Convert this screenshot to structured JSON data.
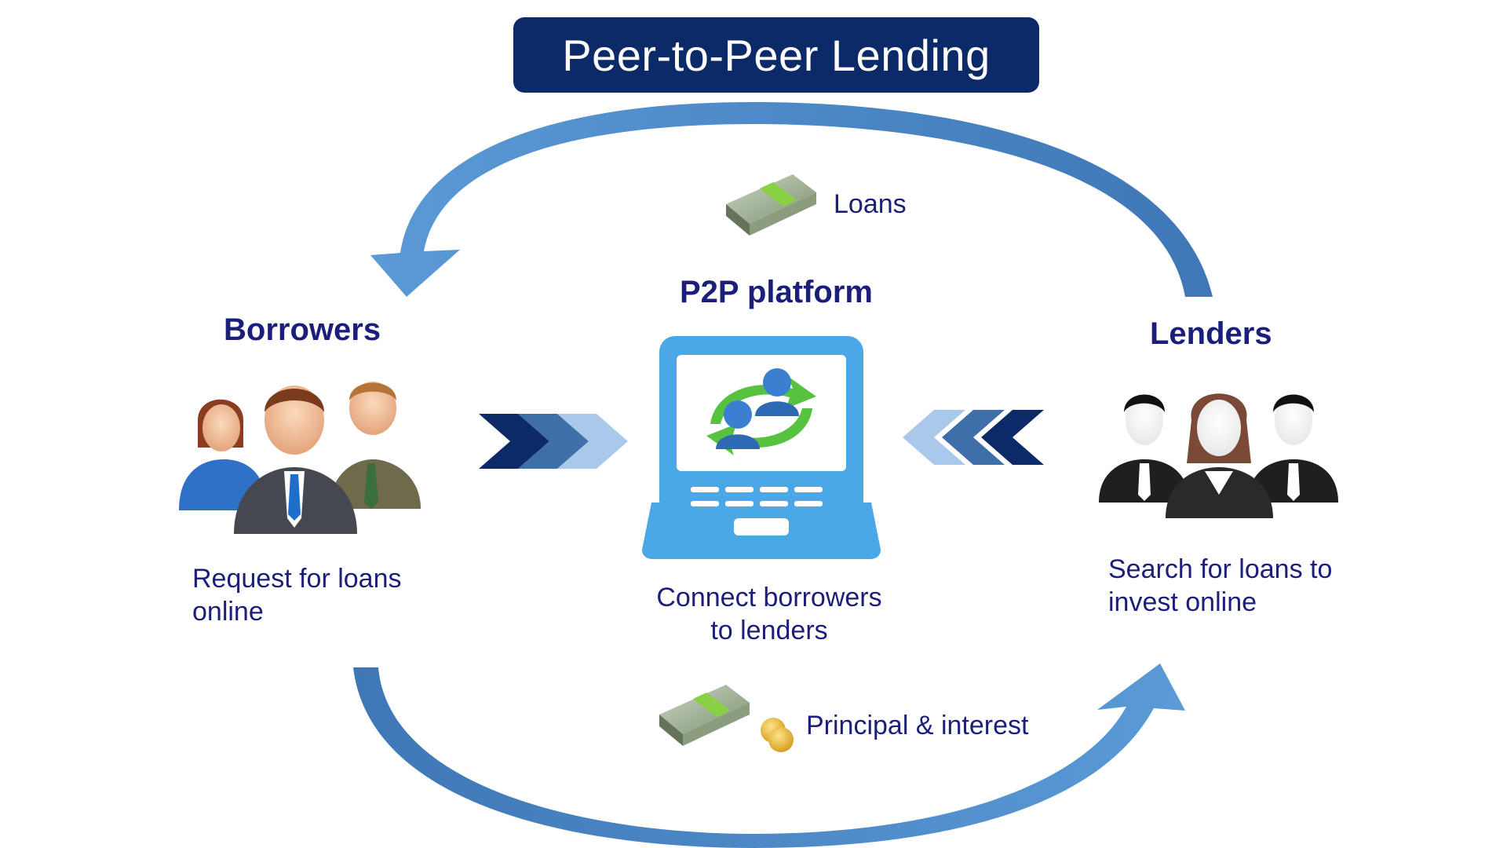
{
  "title": "Peer-to-Peer Lending",
  "platform": {
    "heading": "P2P platform",
    "description_line1": "Connect borrowers",
    "description_line2": "to lenders",
    "icon": "laptop-with-connected-users-icon"
  },
  "borrowers": {
    "heading": "Borrowers",
    "description_line1": "Request for loans",
    "description_line2": "online",
    "icon": "business-people-group-icon"
  },
  "lenders": {
    "heading": "Lenders",
    "description_line1": "Search for loans to",
    "description_line2": "invest online",
    "icon": "business-people-silhouette-group-icon"
  },
  "flows": {
    "loans_label": "Loans",
    "loans_icon": "money-stack-icon",
    "repayment_label": "Principal & interest",
    "repayment_icons": [
      "money-stack-icon",
      "coins-icon"
    ]
  },
  "colors": {
    "title_bg": "#0d2a68",
    "text_navy": "#1b1f7a",
    "arrow_blue": "#4a86c5",
    "laptop_blue": "#4aa8e6"
  }
}
